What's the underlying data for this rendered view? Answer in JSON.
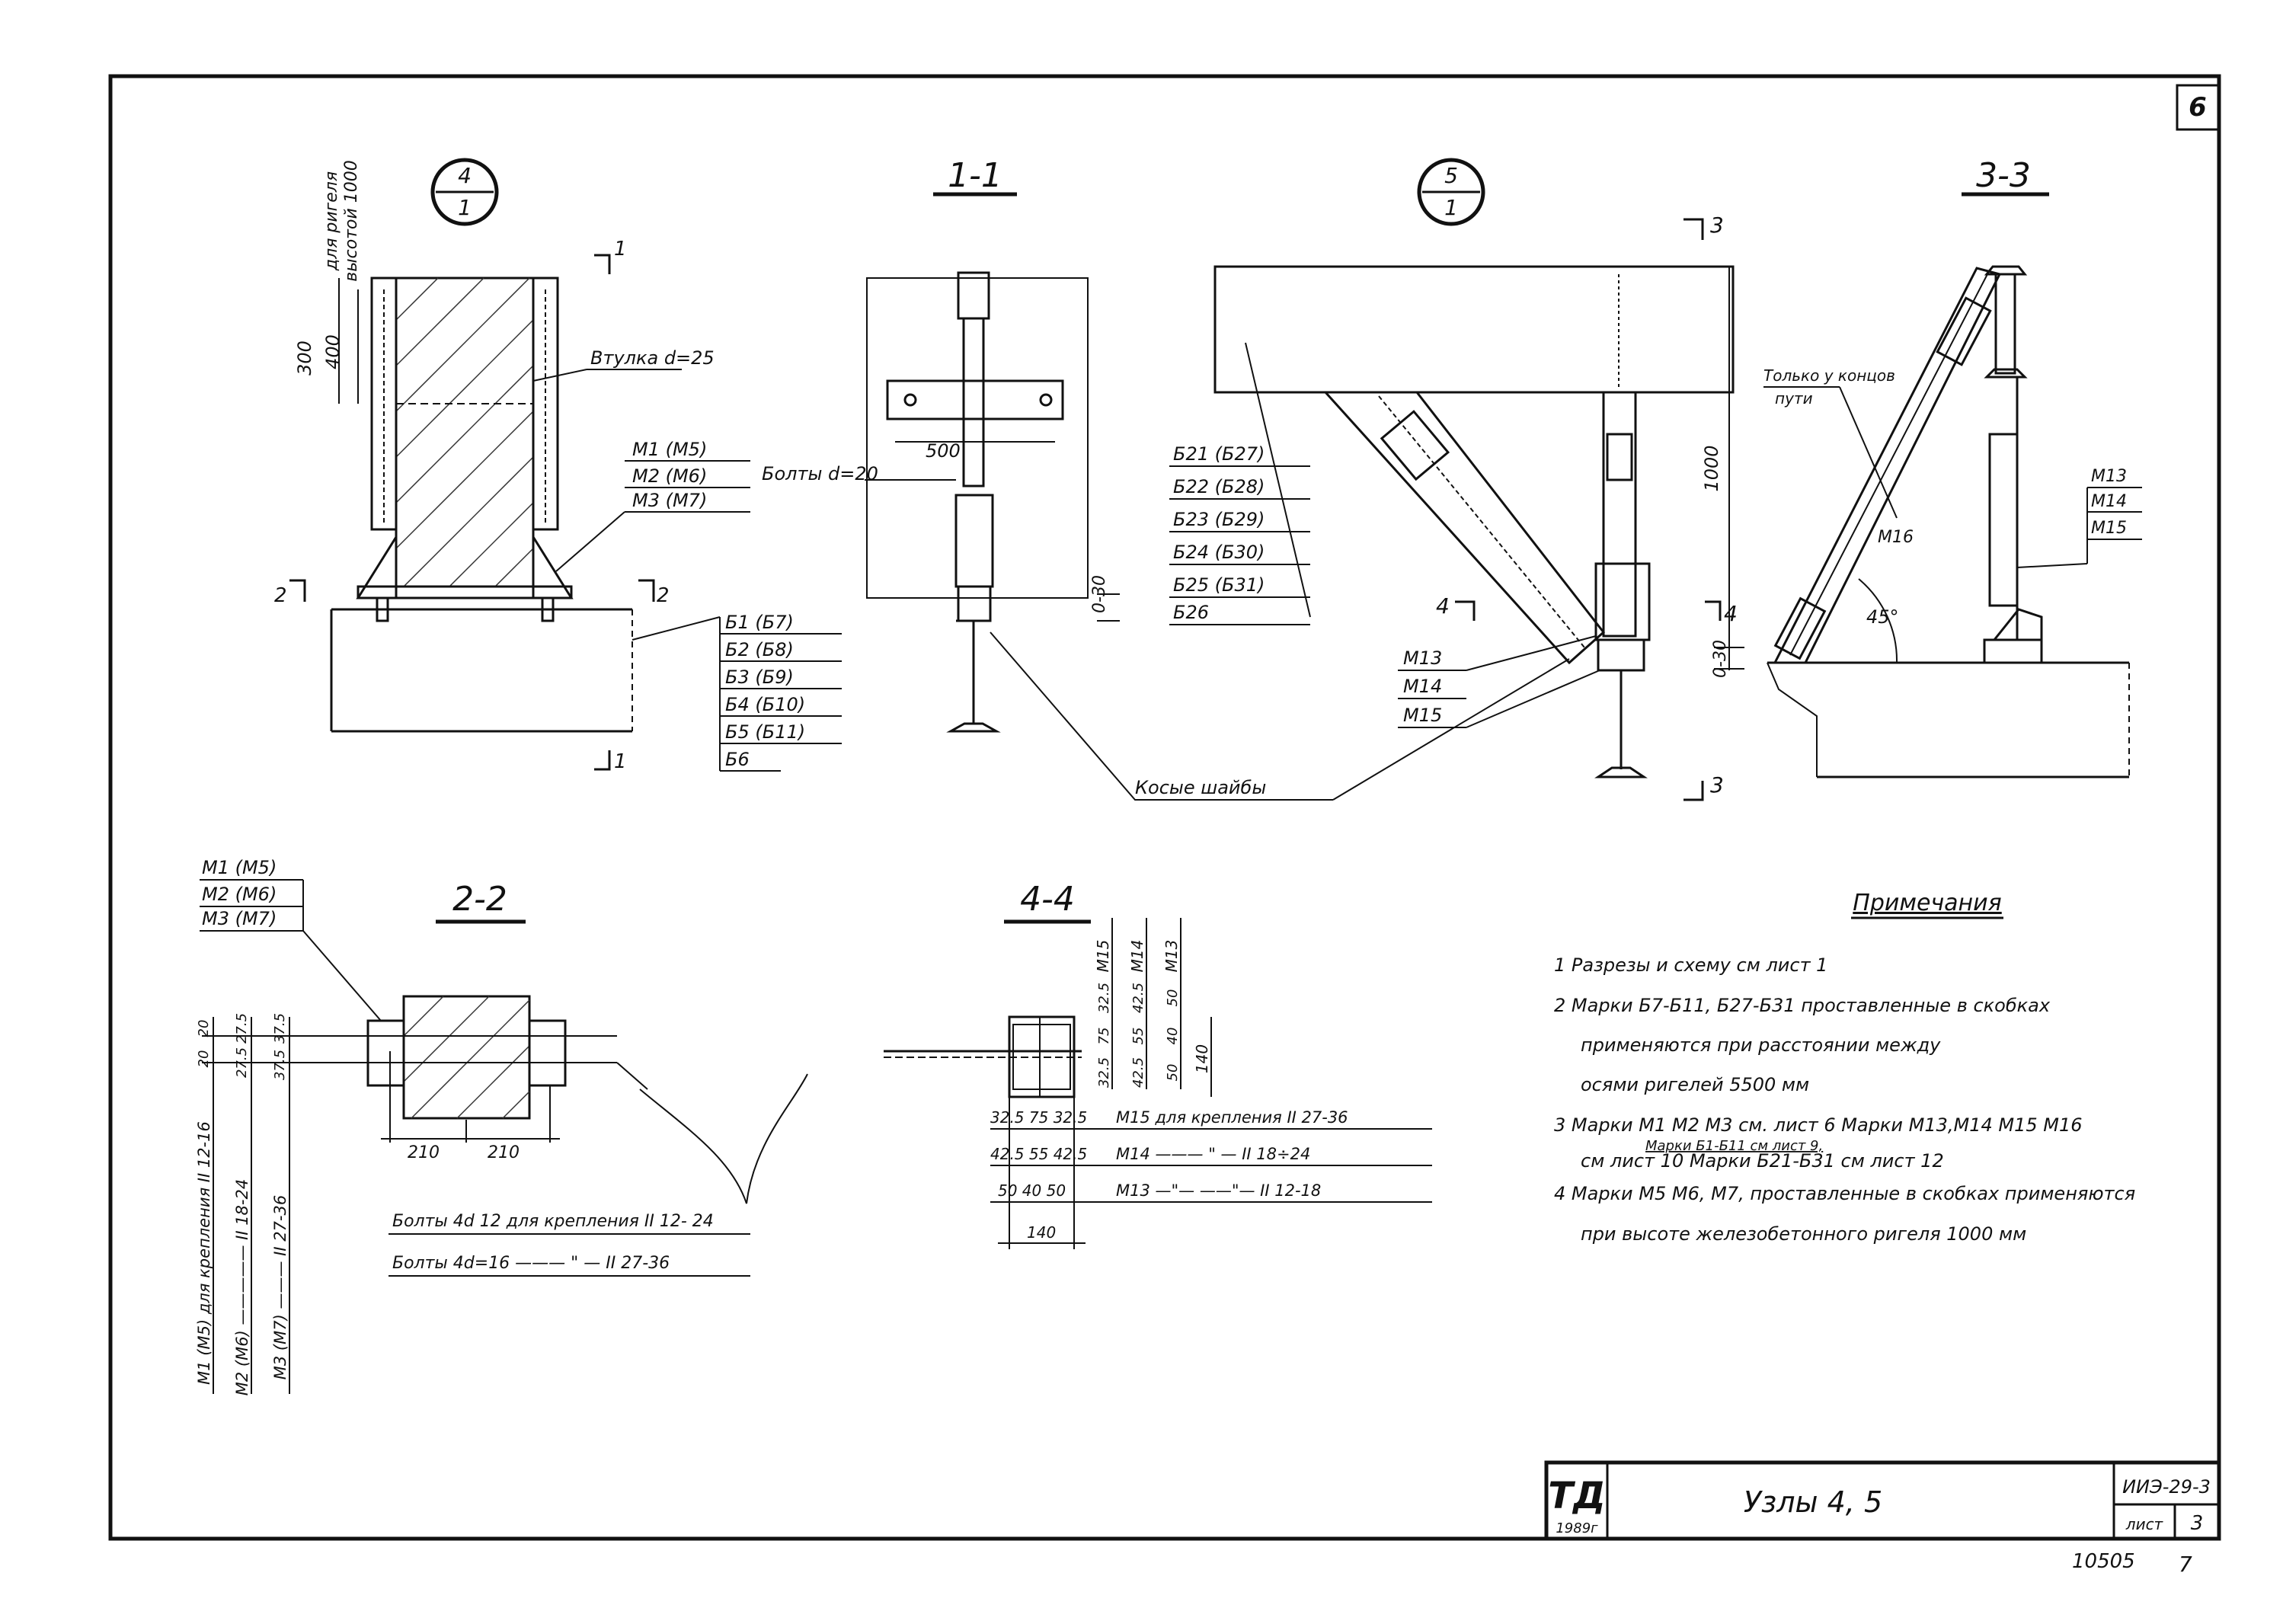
{
  "sheet_corner_number": "6",
  "views": {
    "node4": {
      "top": "4",
      "bottom": "1"
    },
    "node5": {
      "top": "5",
      "bottom": "1"
    },
    "section_1_1": "1-1",
    "section_3_3": "3-3",
    "section_2_2": "2-2",
    "section_4_4": "4-4"
  },
  "node4": {
    "rigel_note_1": "для ригеля",
    "rigel_note_2": "высотой 1000",
    "dim_300": "300",
    "dim_400": "400",
    "sleeve": "Втулка d=25",
    "marks": [
      "М1 (М5)",
      "М2 (М6)",
      "М3 (М7)"
    ],
    "cut_top": "1",
    "cut_left": "2",
    "cut_right": "2",
    "cut_bottom": "1",
    "b_marks": [
      "Б1 (Б7)",
      "Б2 (Б8)",
      "Б3 (Б9)",
      "Б4 (Б10)",
      "Б5 (Б11)",
      "Б6"
    ]
  },
  "section11": {
    "bolts": "Болты d=20",
    "dim_500": "500",
    "dim_0_30": "0-30",
    "washers": "Косые шайбы"
  },
  "node5": {
    "cut_3_top": "3",
    "cut_3_bottom": "3",
    "cut_4_left": "4",
    "cut_4_right": "4",
    "b_marks": [
      "Б21 (Б27)",
      "Б22 (Б28)",
      "Б23 (Б29)",
      "Б24 (Б30)",
      "Б25 (Б31)",
      "Б26"
    ],
    "m_marks": [
      "М13",
      "М14",
      "М15"
    ],
    "dim_1000": "1000",
    "dim_0_30": "0-30"
  },
  "section33": {
    "ends_only_1": "Только у концов",
    "ends_only_2": "пути",
    "m_marks": [
      "М13",
      "М14",
      "М15"
    ],
    "m16": "М16",
    "angle": "45°"
  },
  "section22": {
    "marks": [
      "М1 (М5)",
      "М2 (М6)",
      "М3 (М7)"
    ],
    "dim_210_a": "210",
    "dim_210_b": "210",
    "bolts_12": "Болты 4d 12 для крепления II 12- 24",
    "bolts_16": "Болты 4d=16 ——— \" — II 27-36",
    "vert_m1": "М1 (М5) для крепления II 12-16",
    "vert_m2": "М2 (М6) ————— II 18-24",
    "vert_m3": "М3 (М7) ——— II 27-36",
    "dims_v": [
      "20",
      "20",
      "27.5",
      "27.5",
      "37.5",
      "37.5"
    ]
  },
  "section44": {
    "col_marks": [
      "М15",
      "М14",
      "М13"
    ],
    "dims_col": [
      "32.5",
      "75",
      "32.5",
      "42.5",
      "55",
      "42.5",
      "50",
      "40",
      "50"
    ],
    "dim_140_v": "140",
    "rows": [
      {
        "dims": "32.5  75  32.5",
        "text": "М15 для крепления II 27-36"
      },
      {
        "dims": "42.5  55  42.5",
        "text": "М14 ——— \" — II 18÷24"
      },
      {
        "dims": "50  40  50",
        "text": "М13 —\"— ——\"— II 12-18"
      }
    ],
    "dim_140_h": "140"
  },
  "notes": {
    "title": "Примечания",
    "items": [
      "1  Разрезы и схему см  лист 1",
      "2  Марки Б7-Б11, Б27-Б31 проставленные в скобках",
      "применяются  при  расстоянии  между",
      "осями  ригелей  5500 мм",
      "3  Марки  М1 М2 М3  см. лист 6  Марки  М13,М14 М15 М16",
      "Марки Б1-Б11 см лист 9,",
      "см  лист 10   Марки  Б21-Б31  см  лист 12",
      "4  Марки  М5 М6, М7, проставленные в скобках применяются",
      "при  высоте  железобетонного ригеля 1000 мм"
    ]
  },
  "title_block": {
    "logo": "ТД",
    "year": "1989г",
    "title": "Узлы  4, 5",
    "code": "ИИЭ-29-3",
    "sheet_label": "лист",
    "sheet_no": "3",
    "below_left": "10505",
    "below_right": "7"
  }
}
